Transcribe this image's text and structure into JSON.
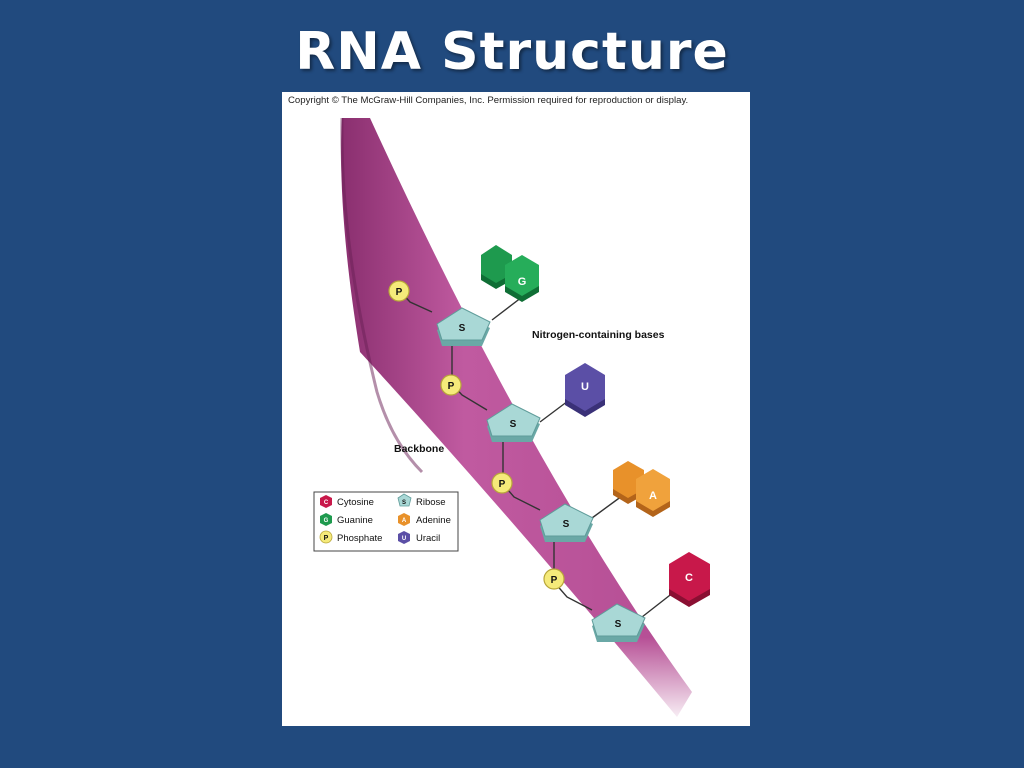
{
  "slide": {
    "title": "RNA Structure"
  },
  "figure": {
    "copyright": "Copyright © The McGraw-Hill Companies, Inc. Permission required for reproduction or display.",
    "labels": {
      "bases": "Nitrogen-containing bases",
      "backbone": "Backbone"
    },
    "symbols": {
      "phosphate": "P",
      "sugar": "S"
    },
    "bases": [
      {
        "letter": "G",
        "color": "#1e9a4e"
      },
      {
        "letter": "U",
        "color": "#5b4fa6"
      },
      {
        "letter": "A",
        "color": "#e8912a"
      },
      {
        "letter": "C",
        "color": "#c8184a"
      }
    ],
    "legend": [
      {
        "symbol": "C",
        "label": "Cytosine",
        "color": "#c8184a"
      },
      {
        "symbol": "S",
        "label": "Ribose",
        "color": "#a9d8d6"
      },
      {
        "symbol": "G",
        "label": "Guanine",
        "color": "#1e9a4e"
      },
      {
        "symbol": "A",
        "label": "Adenine",
        "color": "#e8912a"
      },
      {
        "symbol": "P",
        "label": "Phosphate",
        "color": "#f5ea7a"
      },
      {
        "symbol": "U",
        "label": "Uracil",
        "color": "#5b4fa6"
      }
    ],
    "colors": {
      "backbone": "#c05aa0",
      "sugar": "#a9d8d6",
      "phosphate": "#f5ea7a"
    }
  }
}
